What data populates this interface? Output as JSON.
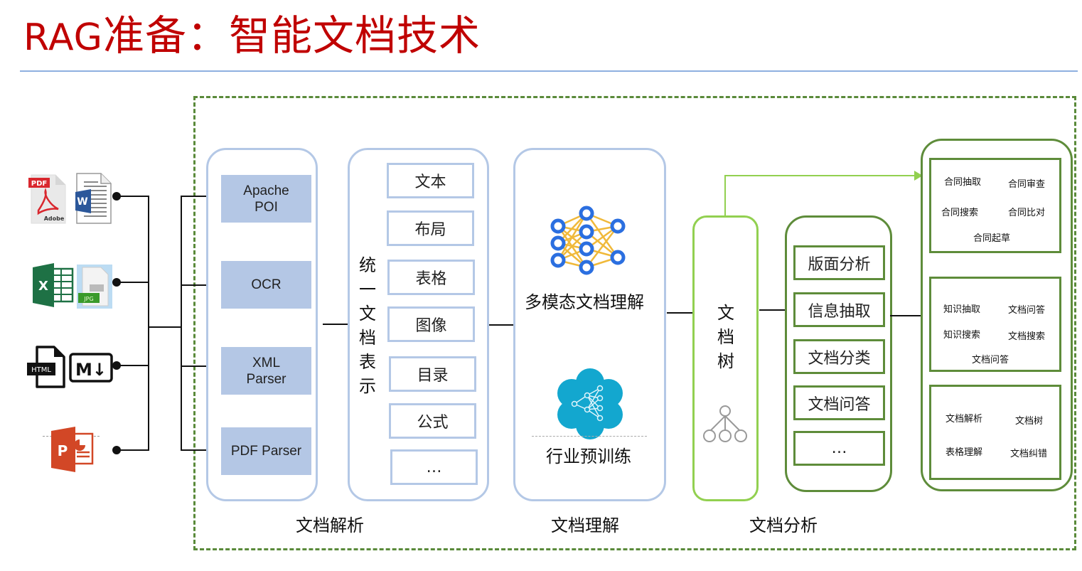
{
  "title": {
    "prefix": "RAG",
    "main": "准备：智能文档技术"
  },
  "colors": {
    "title_red": "#c00000",
    "title_rule_blue": "#8fb0e0",
    "parse_panel_blue": "#b4c8e6",
    "parser_fill_blue": "#b4c7e5",
    "light_green": "#92d050",
    "dark_green": "#5e8c3a",
    "outer_dashed_green": "#5a8a3a"
  },
  "sources": [
    {
      "icons": [
        "pdf-icon",
        "word-icon"
      ],
      "labels": [
        "PDF",
        "Adobe",
        "W"
      ]
    },
    {
      "icons": [
        "excel-icon",
        "jpg-icon"
      ],
      "labels": [
        "X",
        "JPG"
      ]
    },
    {
      "icons": [
        "html-icon",
        "markdown-icon"
      ],
      "labels": [
        "HTML",
        "M↓"
      ]
    },
    {
      "icons": [
        "powerpoint-icon"
      ],
      "labels": [
        "P"
      ]
    }
  ],
  "parsers": [
    {
      "label": "Apache\nPOI"
    },
    {
      "label": "OCR"
    },
    {
      "label": "XML\nParser"
    },
    {
      "label": "PDF Parser"
    }
  ],
  "unified_representation": {
    "label": "统一文档表示",
    "items": [
      "文本",
      "布局",
      "表格",
      "图像",
      "目录",
      "公式",
      "…"
    ]
  },
  "understanding": {
    "multimodal_label": "多模态文档理解",
    "pretrain_label": "行业预训练"
  },
  "doc_tree": {
    "label": "文档树"
  },
  "analysis": {
    "items": [
      "版面分析",
      "信息抽取",
      "文档分类",
      "文档问答",
      "…"
    ]
  },
  "applications": [
    {
      "items": [
        "合同抽取",
        "合同审查",
        "合同搜索",
        "合同比对",
        "合同起草"
      ]
    },
    {
      "items": [
        "知识抽取",
        "文档问答",
        "知识搜索",
        "文档搜索",
        "文档问答"
      ]
    },
    {
      "items": [
        "文档解析",
        "文档树",
        "表格理解",
        "文档纠错"
      ]
    }
  ],
  "section_labels": {
    "parsing": "文档解析",
    "understanding": "文档理解",
    "analysis": "文档分析"
  }
}
